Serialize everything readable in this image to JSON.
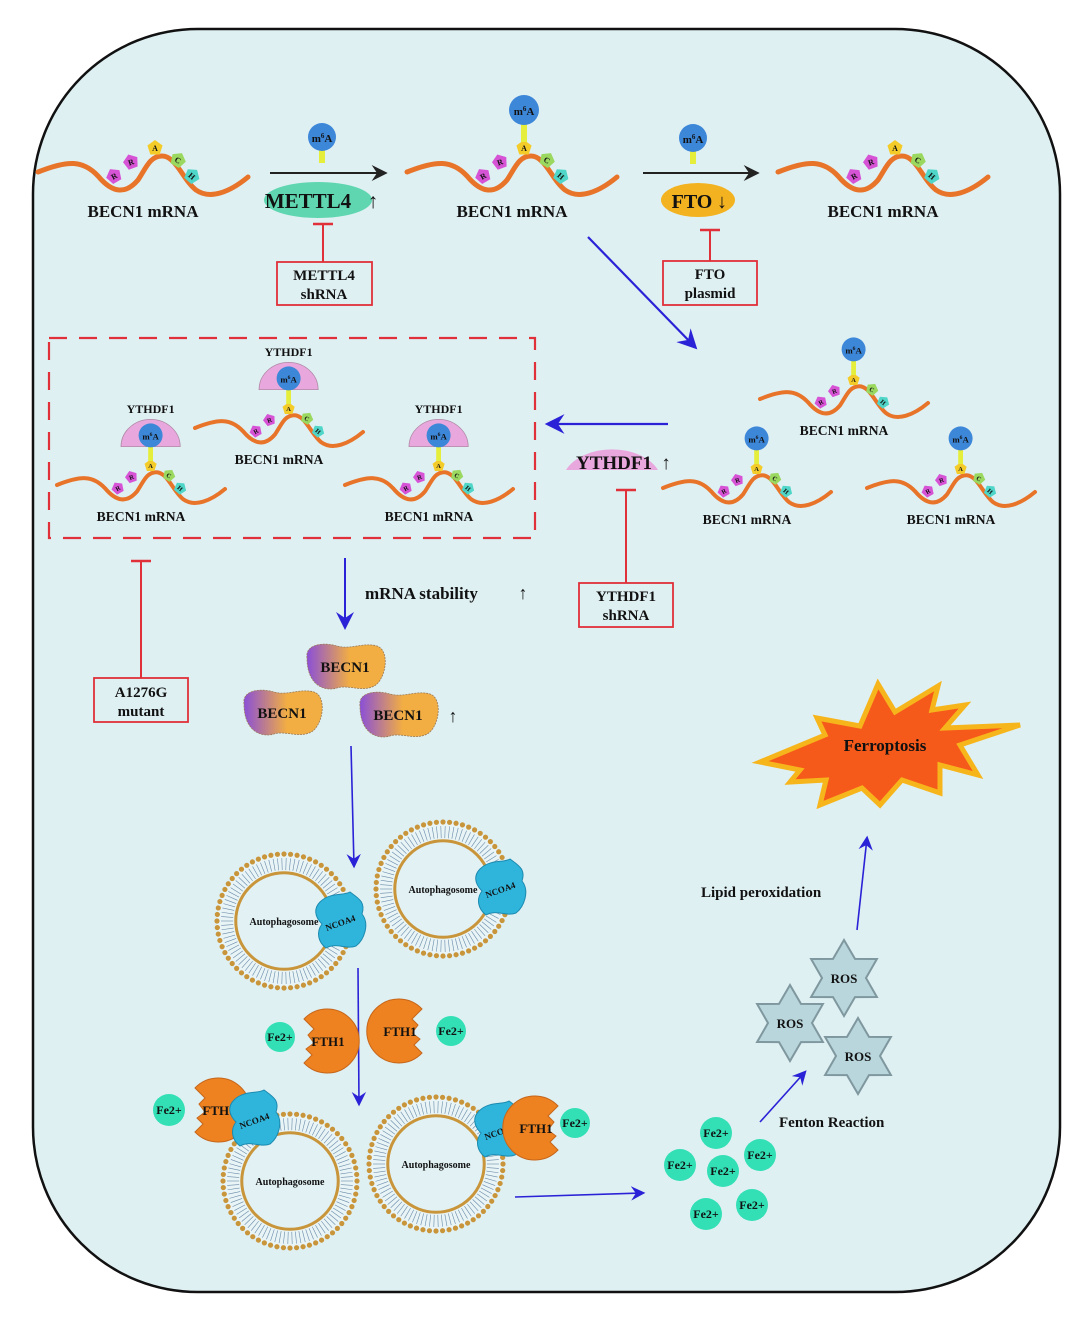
{
  "colors": {
    "background": "#dff0f3",
    "border": "#111111",
    "mrna": "#e8742a",
    "motif_R": "#d653d6",
    "motif_A": "#f4cc2a",
    "motif_C": "#9ad860",
    "motif_H": "#4fd6c8",
    "m6a": "#3d87d9",
    "m6a_stem": "#e5ee3a",
    "mettl4": "#5fd6b0",
    "fto": "#f3b21f",
    "ythdf1": "#e8a8dd",
    "inhibit": "#e0303a",
    "flow_arrow": "#2a22d6",
    "process_arrow": "#222222",
    "becn1_left": "#8a4fd8",
    "becn1_right": "#f2ae42",
    "ncoa4": "#2fb5dc",
    "fth1": "#ee8220",
    "fe2": "#33e0b6",
    "ros": "#b9d6dc",
    "ferroptosis_fill": "#f55a1a",
    "ferroptosis_stroke": "#f7b51c",
    "membrane_head": "#c9953a"
  },
  "mrna_label": "BECN1 mRNA",
  "motif_letters": [
    "R",
    "R",
    "A",
    "C",
    "H"
  ],
  "m6a_label_base": "m",
  "m6a_label_sup": "6",
  "m6a_label_tail": "A",
  "top_row": {
    "writer": {
      "name": "METTL4",
      "trend": "↑"
    },
    "eraser": {
      "name": "FTO",
      "trend": "↓"
    },
    "writer_inhibitor": {
      "line1": "METTL4",
      "line2": "shRNA"
    },
    "eraser_inhibitor": {
      "line1": "FTO",
      "line2": "plasmid"
    }
  },
  "reader": {
    "name": "YTHDF1",
    "trend": "↑",
    "inhibitor": {
      "line1": "YTHDF1",
      "line2": "shRNA"
    },
    "bound_label": "YTHDF1"
  },
  "mutant": {
    "line1": "A1276G",
    "line2": "mutant"
  },
  "stability": {
    "text": "mRNA stability",
    "trend": "↑"
  },
  "protein": {
    "name": "BECN1",
    "trend": "↑"
  },
  "autophagosome_label": "Autophagosome",
  "ncoa4_label": "NCOA4",
  "fth1_label": "FTH1",
  "fe2_label": "Fe2+",
  "ros_label": "ROS",
  "fenton_label": "Fenton Reaction",
  "lipid_label": "Lipid peroxidation",
  "ferroptosis_label": "Ferroptosis"
}
